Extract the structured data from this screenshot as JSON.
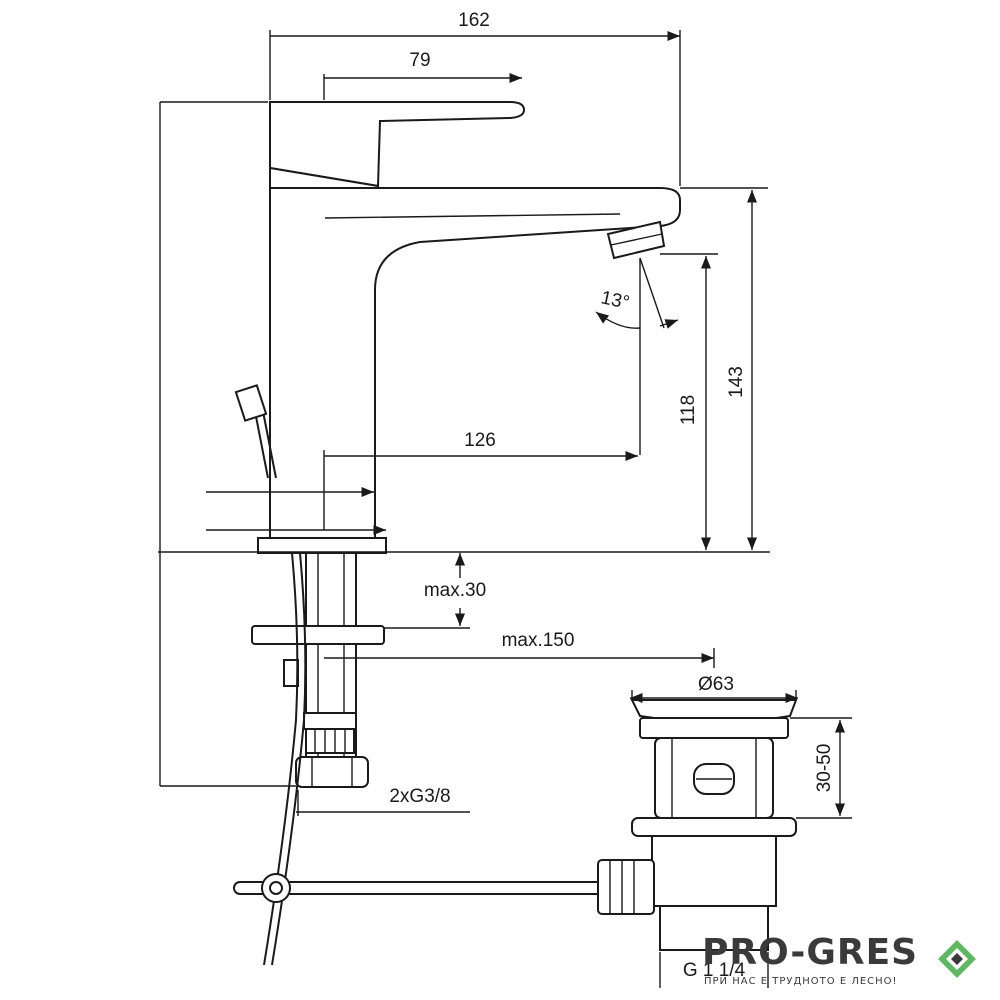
{
  "dimensions": {
    "total_width": "162",
    "handle_length": "79",
    "total_height": "143",
    "spout_height": "118",
    "spout_reach": "126",
    "spout_angle": "13°",
    "max_thickness": "max.30",
    "max_hose": "max.150",
    "waste_diameter": "Ø63",
    "waste_range": "30-50",
    "connection": "2xG3/8",
    "waste_thread": "G 1 1/4"
  },
  "brand": {
    "name": "PRO-GRES",
    "tagline": "ПРИ НАС Е ТРУДНОТО Е ЛЕСНО!",
    "color": "#3a3a3a",
    "mark_color": "#4caf50"
  }
}
